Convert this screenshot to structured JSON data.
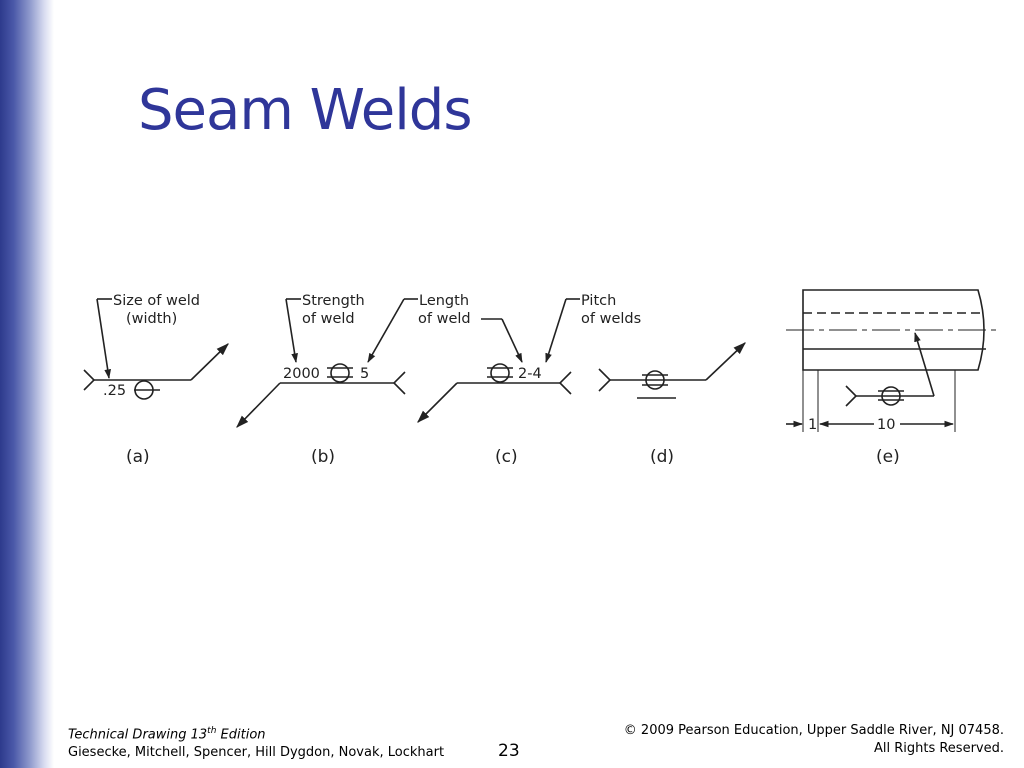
{
  "slide": {
    "title": "Seam Welds",
    "page_number": "23"
  },
  "figure": {
    "labels": {
      "size_of_weld": "Size of weld",
      "width": "(width)",
      "strength": "Strength",
      "of_weld_1": "of weld",
      "length": "Length",
      "of_weld_2": "of weld",
      "pitch": "Pitch",
      "of_welds": "of welds"
    },
    "values": {
      "a_size": ".25",
      "b_strength": "2000",
      "b_value": "5",
      "c_value": "2-4",
      "e_left": "1",
      "e_dim": "10"
    },
    "captions": [
      "(a)",
      "(b)",
      "(c)",
      "(d)",
      "(e)"
    ]
  },
  "footer": {
    "book_title": "Technical Drawing  13",
    "edition_sup": "th",
    "edition_word": " Edition",
    "authors": "Giesecke, Mitchell, Spencer, Hill Dygdon, Novak, Lockhart",
    "copyright": "© 2009 Pearson Education, Upper Saddle River, NJ 07458.",
    "rights": "All Rights Reserved."
  }
}
